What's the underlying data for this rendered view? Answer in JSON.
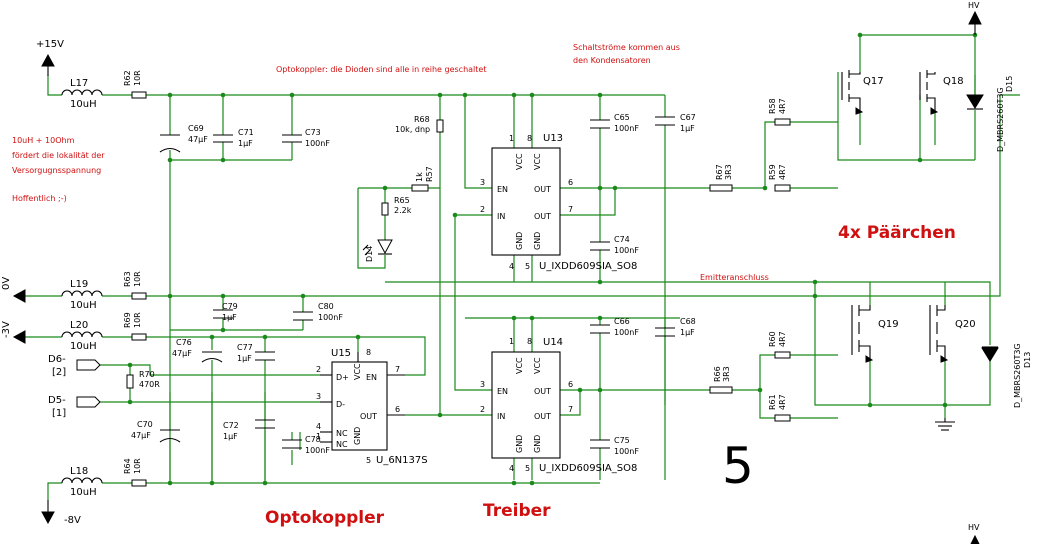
{
  "notes": {
    "opto_series": "Optokoppler: die Dioden sind alle in reihe geschaltet",
    "switch_current_1": "Schaltströme kommen aus",
    "switch_current_2": "den Kondensatoren",
    "locality_1": "10uH + 10Ohm",
    "locality_2": "fördert die lokalität der",
    "locality_3": "Versorgugnsspannung",
    "hopefully": "Hoffentlich ;-)",
    "pairs": "4x Päärchen",
    "emitter": "Emitteranschluss",
    "opto_title": "Optokoppler",
    "driver_title": "Treiber",
    "page_number": "5"
  },
  "power": {
    "p15": "+15V",
    "zero": "0V",
    "m3": "-3V",
    "m8": "-8V",
    "hv": "HV",
    "hv2": "HV"
  },
  "connectors": {
    "d6a": "D6-",
    "d6b": "[2]",
    "d5a": "D5-",
    "d5b": "[1]"
  },
  "inductors": {
    "l17": {
      "ref": "L17",
      "val": "10uH"
    },
    "l19": {
      "ref": "L19",
      "val": "10uH"
    },
    "l20": {
      "ref": "L20",
      "val": "10uH"
    },
    "l18": {
      "ref": "L18",
      "val": "10uH"
    }
  },
  "resistors": {
    "r62": {
      "ref": "R62",
      "val": "10R"
    },
    "r63": {
      "ref": "R63",
      "val": "10R"
    },
    "r69": {
      "ref": "R69",
      "val": "10R"
    },
    "r64": {
      "ref": "R64",
      "val": "10R"
    },
    "r68": {
      "ref": "R68",
      "val": "10k, dnp"
    },
    "r57": {
      "ref": "R57",
      "val": "1k"
    },
    "r65": {
      "ref": "R65",
      "val": "2.2k"
    },
    "r70": {
      "ref": "R70",
      "val": "470R"
    },
    "r67": {
      "ref": "R67",
      "val": "3R3"
    },
    "r66": {
      "ref": "R66",
      "val": "3R3"
    },
    "r58": {
      "ref": "R58",
      "val": "4R7"
    },
    "r59": {
      "ref": "R59",
      "val": "4R7"
    },
    "r60": {
      "ref": "R60",
      "val": "4R7"
    },
    "r61": {
      "ref": "R61",
      "val": "4R7"
    }
  },
  "capacitors": {
    "c69": {
      "ref": "C69",
      "val": "47µF"
    },
    "c71": {
      "ref": "C71",
      "val": "1µF"
    },
    "c73": {
      "ref": "C73",
      "val": "100nF"
    },
    "c79": {
      "ref": "C79",
      "val": "1µF"
    },
    "c80": {
      "ref": "C80",
      "val": "100nF"
    },
    "c76": {
      "ref": "C76",
      "val": "47µF"
    },
    "c77": {
      "ref": "C77",
      "val": "1µF"
    },
    "c70": {
      "ref": "C70",
      "val": "47µF"
    },
    "c72": {
      "ref": "C72",
      "val": "1µF"
    },
    "c78": {
      "ref": "C78",
      "val": "100nF"
    },
    "c65": {
      "ref": "C65",
      "val": "100nF"
    },
    "c67": {
      "ref": "C67",
      "val": "1µF"
    },
    "c74": {
      "ref": "C74",
      "val": "100nF"
    },
    "c66": {
      "ref": "C66",
      "val": "100nF"
    },
    "c68": {
      "ref": "C68",
      "val": "1µF"
    },
    "c75": {
      "ref": "C75",
      "val": "100nF"
    }
  },
  "diodes": {
    "d14": "D14",
    "d15": "D15",
    "d15_val": "D_MBRS260T3G",
    "d13": "D13",
    "d13_val": "D_MBRS260T3G"
  },
  "transistors": {
    "q17": "Q17",
    "q18": "Q18",
    "q19": "Q19",
    "q20": "Q20"
  },
  "u13": {
    "ref": "U13",
    "part": "U_IXDD609SIA_SO8",
    "vcc": "VCC",
    "gnd": "GND",
    "en": "EN",
    "in": "IN",
    "out": "OUT",
    "p1": "1",
    "p8": "8",
    "p3": "3",
    "p2": "2",
    "p6": "6",
    "p7": "7",
    "p4": "4",
    "p5": "5"
  },
  "u14": {
    "ref": "U14",
    "part": "U_IXDD609SIA_SO8",
    "vcc": "VCC",
    "gnd": "GND",
    "en": "EN",
    "in": "IN",
    "out": "OUT",
    "p1": "1",
    "p8": "8",
    "p3": "3",
    "p2": "2",
    "p6": "6",
    "p7": "7",
    "p4": "4",
    "p5": "5"
  },
  "u15": {
    "ref": "U15",
    "part": "U_6N137S",
    "dp": "D+",
    "dm": "D-",
    "nc": "NC",
    "vcc": "VCC",
    "en": "EN",
    "out": "OUT",
    "gnd": "GND",
    "p2": "2",
    "p3": "3",
    "p4": "4",
    "p1": "1",
    "p8": "8",
    "p7": "7",
    "p6": "6",
    "p5": "5"
  }
}
